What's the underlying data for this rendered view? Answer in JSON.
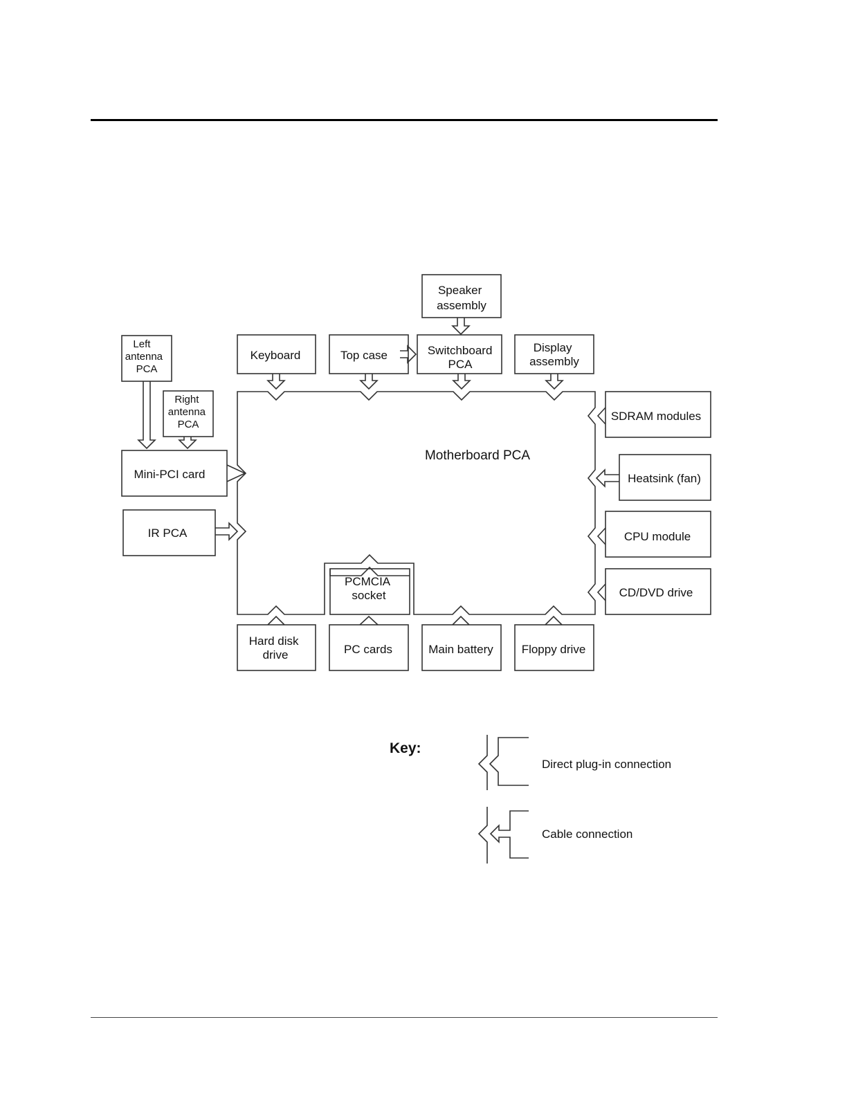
{
  "diagram": {
    "center": {
      "label": "Motherboard PCA"
    },
    "components": {
      "speaker": [
        "Speaker",
        "assembly"
      ],
      "left_antenna": [
        "Left",
        "antenna",
        "PCA"
      ],
      "right_antenna": [
        "Right",
        "antenna",
        "PCA"
      ],
      "keyboard": [
        "Keyboard"
      ],
      "top_case": [
        "Top case"
      ],
      "switchboard": [
        "Switchboard",
        "PCA"
      ],
      "display": [
        "Display",
        "assembly"
      ],
      "sdram": [
        "SDRAM modules"
      ],
      "heatsink": [
        "Heatsink (fan)"
      ],
      "cpu": [
        "CPU module"
      ],
      "cddvd": [
        "CD/DVD drive"
      ],
      "minipci": [
        "Mini-PCI card"
      ],
      "irpca": [
        "IR PCA"
      ],
      "pcmcia": [
        "PCMCIA",
        "socket"
      ],
      "harddisk": [
        "Hard disk",
        "drive"
      ],
      "pccards": [
        "PC cards"
      ],
      "battery": [
        "Main battery"
      ],
      "floppy": [
        "Floppy drive"
      ]
    }
  },
  "key": {
    "title": "Key:",
    "direct": "Direct plug-in connection",
    "cable": "Cable connection"
  }
}
